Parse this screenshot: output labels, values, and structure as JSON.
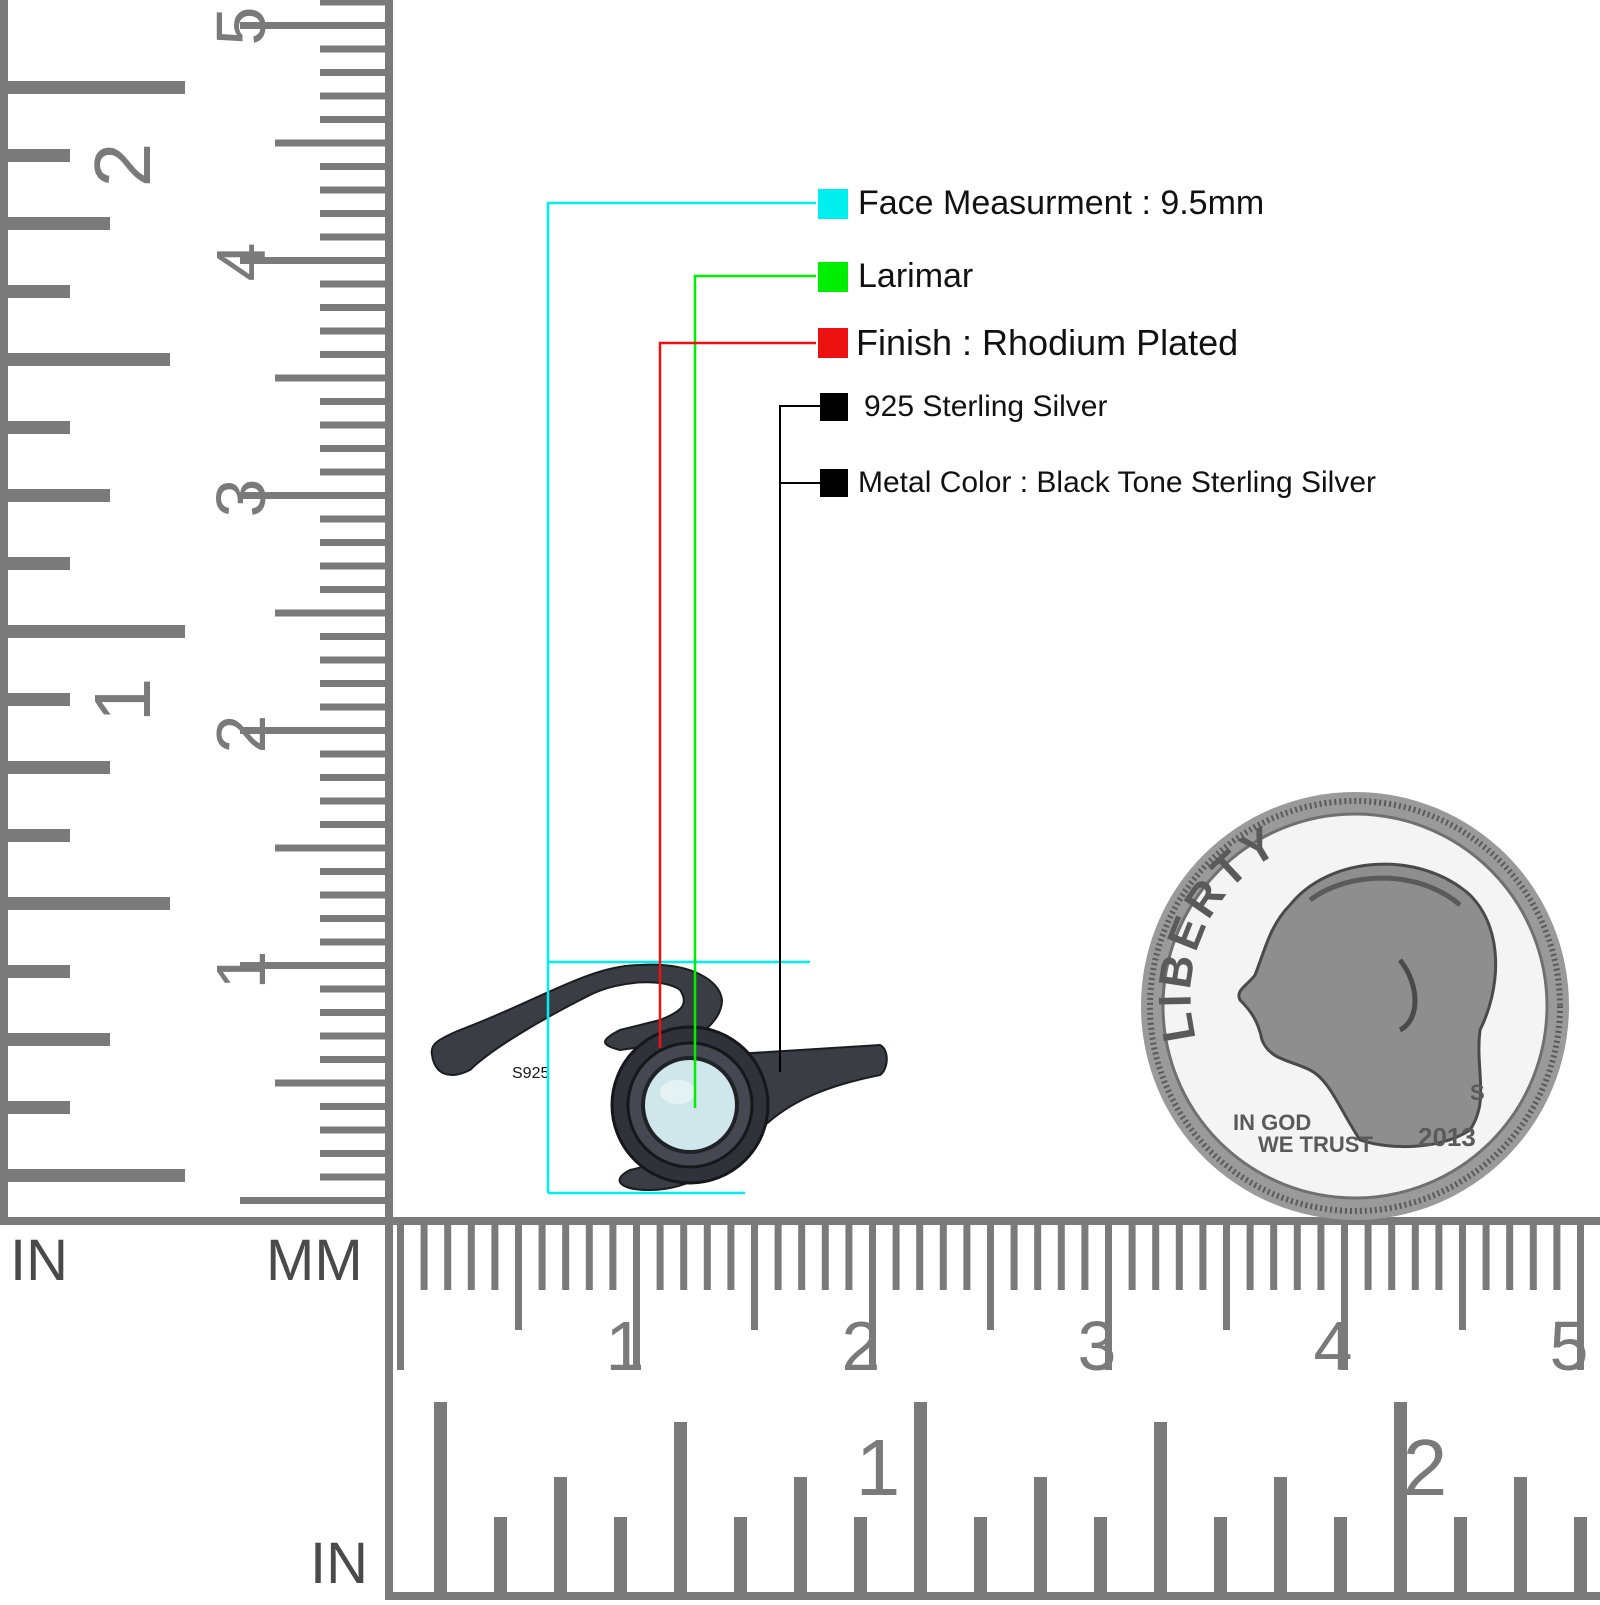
{
  "callouts": [
    {
      "label": "Face Measurment : 9.5mm",
      "color": "#00f0f0"
    },
    {
      "label": "Larimar",
      "color": "#00ee00"
    },
    {
      "label": "Finish : Rhodium Plated",
      "color": "#ee1111"
    },
    {
      "label": "925 Sterling Silver",
      "color": "#000000"
    },
    {
      "label": "Metal Color : Black Tone Sterling Silver",
      "color": "#000000"
    }
  ],
  "rulers": {
    "unit_in_left": "IN",
    "unit_mm": "MM",
    "unit_in_bottom": "IN",
    "vertical_in_numbers": [
      "1",
      "2"
    ],
    "vertical_mm_numbers": [
      "1",
      "2",
      "3",
      "4",
      "5"
    ],
    "horizontal_mm_numbers": [
      "1",
      "2",
      "3",
      "4",
      "5"
    ],
    "horizontal_in_numbers": [
      "1",
      "2"
    ],
    "ruler_color": "#7a7a7a"
  },
  "ring": {
    "stamp": "S925",
    "metal_color": "#3a3d44",
    "stone_color": "#cfe6ea"
  },
  "coin": {
    "legend": "LIBERTY",
    "motto_line1": "IN GOD",
    "motto_line2": "WE TRUST",
    "year": "2013",
    "mint_mark": "S"
  }
}
